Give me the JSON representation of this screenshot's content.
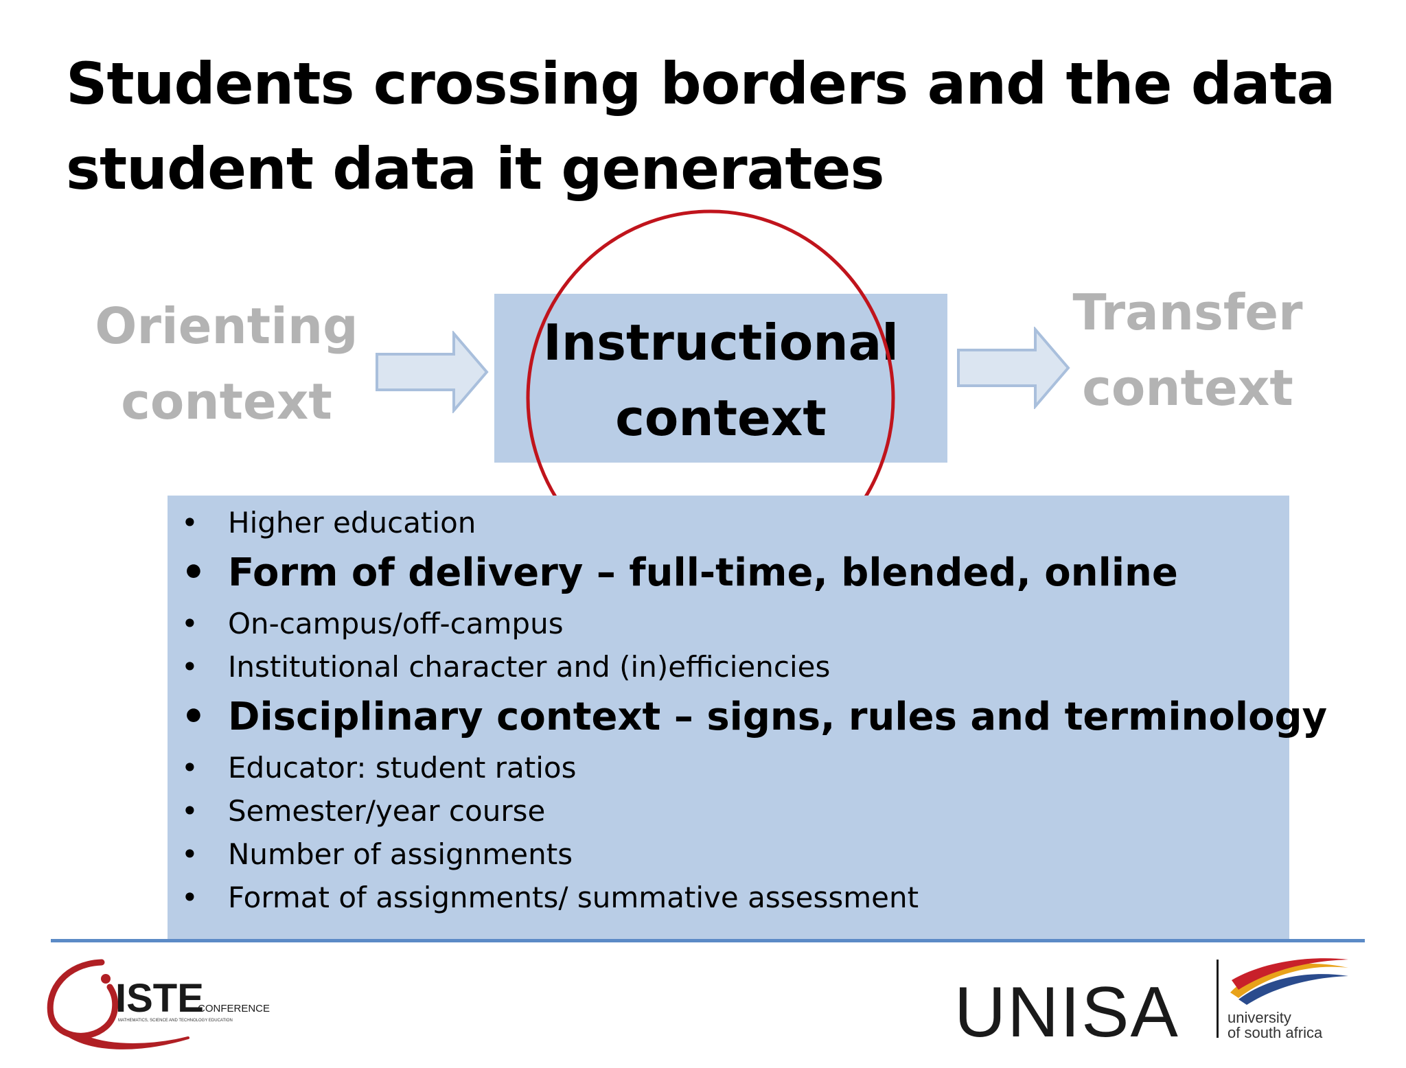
{
  "slide": {
    "title_line1": "Students crossing borders and the data",
    "title_line2": "student data it generates"
  },
  "diagram": {
    "orienting_line1": "Orienting",
    "orienting_line2": "context",
    "instructional_line1": "Instructional",
    "instructional_line2": "context",
    "transfer_line1": "Transfer",
    "transfer_line2": "context"
  },
  "instructional_items": [
    {
      "text": "Higher education"
    },
    {
      "text": "Form of delivery – full-time, blended, online"
    },
    {
      "text": "On-campus/off-campus"
    },
    {
      "text": "Institutional character and (in)efficiencies"
    },
    {
      "text": "Disciplinary context – signs, rules and terminology"
    },
    {
      "text": "Educator: student ratios"
    },
    {
      "text": "Semester/year course"
    },
    {
      "text": "Number of assignments"
    },
    {
      "text": "Format of assignments/ summative assessment"
    }
  ],
  "bullet_symbol": "•",
  "footer": {
    "iste_logo_main": "ISTE",
    "iste_logo_sub": "CONFERENCE",
    "iste_logo_tagline": "MATHEMATICS, SCIENCE AND TECHNOLOGY EDUCATION",
    "unisa_logo_main": "UNISA",
    "unisa_logo_sub1": "university",
    "unisa_logo_sub2": "of south africa"
  },
  "colors": {
    "box_fill": "#b9cde6",
    "faded_text": "#b3b3b3",
    "highlight_circle": "#c0141c",
    "arrow_fill": "#dbe5f1",
    "arrow_stroke": "#a9bfdc",
    "rule": "#5b8ac6"
  }
}
